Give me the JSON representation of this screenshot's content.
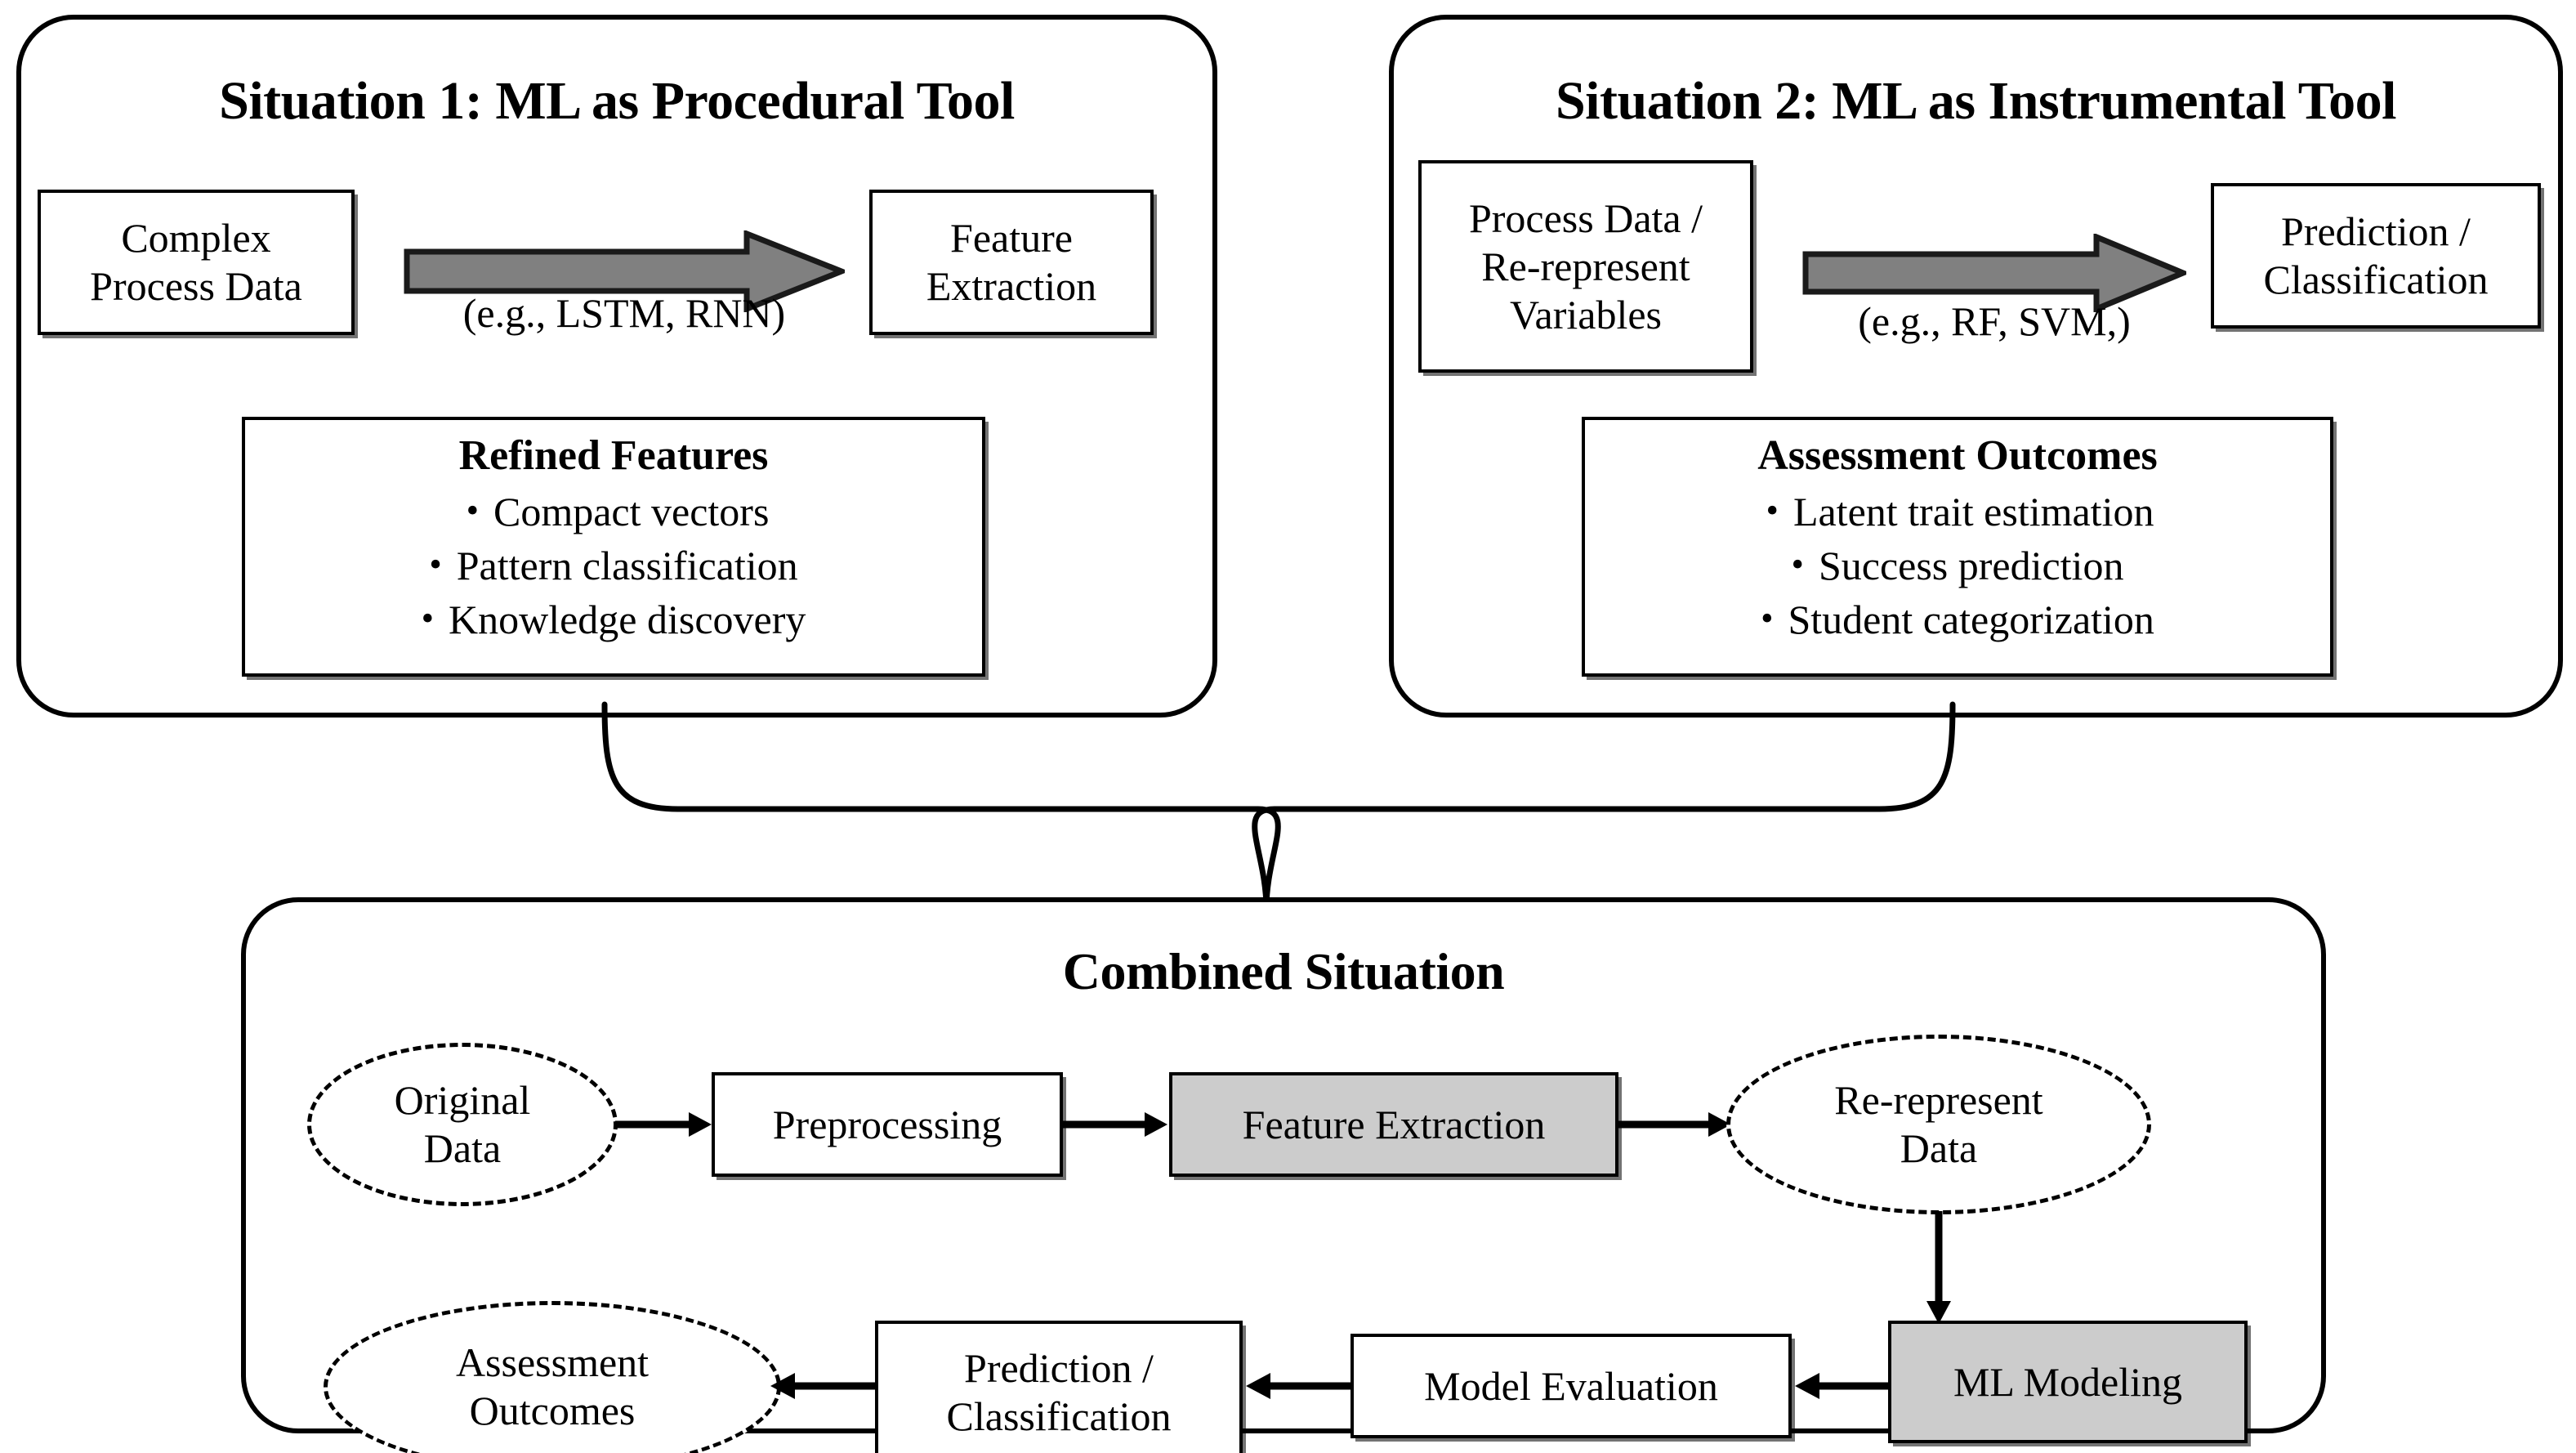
{
  "figure": {
    "situation_1": {
      "title": "Situation 1: ML as Procedural Tool",
      "source_box": "Complex\nProcess Data",
      "source_box_line1": "Complex",
      "source_box_line2": "Process Data",
      "arrow_caption": "(e.g., LSTM, RNN)",
      "target_box_line1": "Feature",
      "target_box_line2": "Extraction",
      "outcome": {
        "title": "Refined Features",
        "items": [
          "Compact vectors",
          "Pattern classification",
          "Knowledge discovery"
        ]
      }
    },
    "situation_2": {
      "title": "Situation 2: ML as Instrumental Tool",
      "source_box_line1": "Process Data /",
      "source_box_line2": "Re-represent",
      "source_box_line3": "Variables",
      "arrow_caption": "(e.g., RF, SVM,)",
      "target_box_line1": "Prediction /",
      "target_box_line2": "Classification",
      "outcome": {
        "title": "Assessment Outcomes",
        "items": [
          "Latent trait estimation",
          "Success prediction",
          "Student categorization"
        ]
      }
    },
    "combined": {
      "title": "Combined Situation",
      "nodes": {
        "original_data_line1": "Original",
        "original_data_line2": "Data",
        "preprocessing": "Preprocessing",
        "feature_extraction": "Feature Extraction",
        "re_represent_line1": "Re-represent",
        "re_represent_line2": "Data",
        "ml_modeling": "ML Modeling",
        "model_evaluation": "Model Evaluation",
        "prediction_line1": "Prediction /",
        "prediction_line2": "Classification",
        "assessment_line1": "Assessment",
        "assessment_line2": "Outcomes"
      }
    }
  },
  "bullet_glyph": "•",
  "colors": {
    "stroke": "#000000",
    "shaded_fill": "#cccccc",
    "arrow_fill": "#808080",
    "background": "#ffffff"
  }
}
